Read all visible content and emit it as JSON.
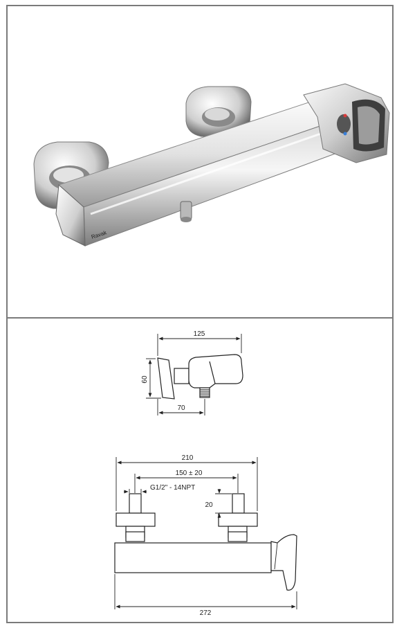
{
  "product_photo": {
    "brand_mark": "Ravak",
    "colors": {
      "chrome_light": "#f4f4f4",
      "chrome_mid": "#c8c8c8",
      "chrome_dark": "#5a5a5a",
      "hot_indicator": "#d83a3a",
      "cold_indicator": "#3a7fd8"
    }
  },
  "side_view": {
    "depth_label": "125",
    "height_label": "60",
    "outlet_offset_label": "70"
  },
  "front_view": {
    "body_width_label": "210",
    "connection_spacing_label": "150 ± 20",
    "thread_label": "G1/2\" - 14NPT",
    "connector_depth_label": "20",
    "total_width_label": "272"
  }
}
